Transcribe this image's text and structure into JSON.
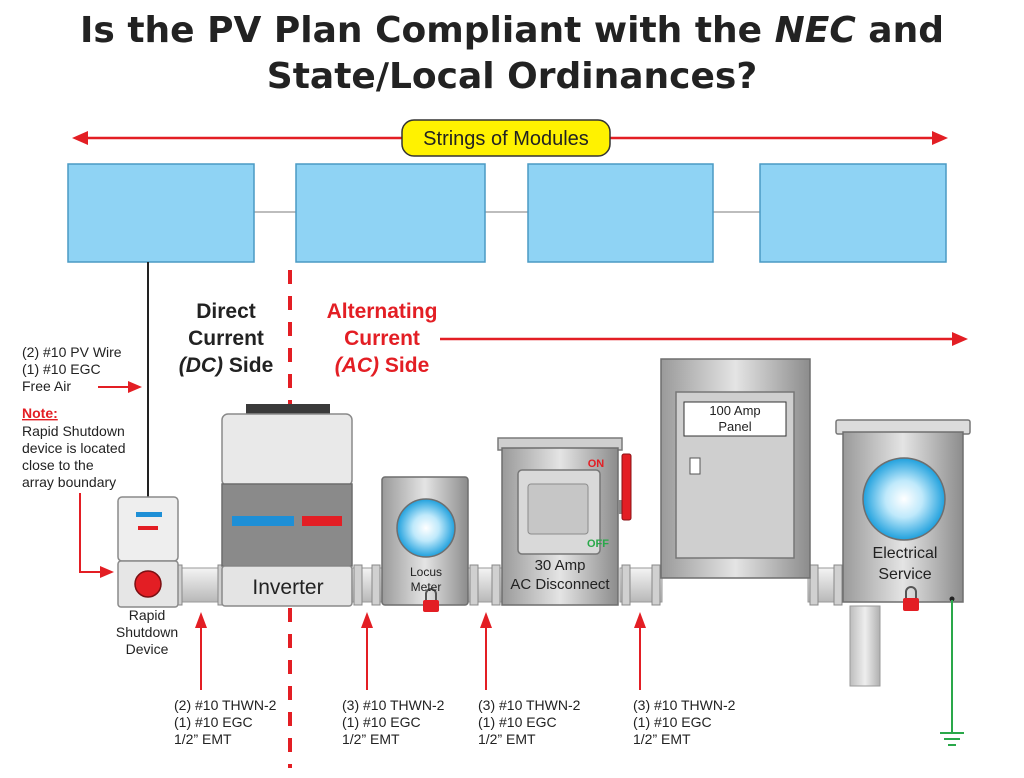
{
  "title": {
    "line1_a": "Is the PV Plan Compliant with the ",
    "line1_em": "NEC",
    "line1_b": " and",
    "line2": "State/Local Ordinances?"
  },
  "strings_label": "Strings of Modules",
  "dc_side": {
    "line1": "Direct",
    "line2": "Current",
    "line3_em": "(DC)",
    "line3_b": " Side"
  },
  "ac_side": {
    "line1": "Alternating",
    "line2": "Current",
    "line3_em": "(AC)",
    "line3_b": " Side"
  },
  "pv_wire": {
    "line1": "(2) #10 PV Wire",
    "line2": "(1) #10 EGC",
    "line3": "Free Air"
  },
  "note": {
    "heading": "Note:",
    "line1": "Rapid Shutdown",
    "line2": "device is located",
    "line3": "close to the",
    "line4": "array boundary"
  },
  "devices": {
    "rapid_shutdown": {
      "line1": "Rapid",
      "line2": "Shutdown",
      "line3": "Device"
    },
    "inverter": "Inverter",
    "meter": {
      "line1": "Locus",
      "line2": "Meter"
    },
    "disconnect": {
      "line1": "30 Amp",
      "line2": "AC Disconnect",
      "on": "ON",
      "off": "OFF"
    },
    "panel": {
      "line1": "100 Amp",
      "line2": "Panel"
    },
    "service": {
      "line1": "Electrical",
      "line2": "Service"
    }
  },
  "conductors": [
    {
      "line1": "(2) #10 THWN-2",
      "line2": "(1) #10 EGC",
      "line3": "1/2” EMT"
    },
    {
      "line1": "(3) #10 THWN-2",
      "line2": "(1) #10 EGC",
      "line3": "1/2” EMT"
    },
    {
      "line1": "(3) #10 THWN-2",
      "line2": "(1) #10 EGC",
      "line3": "1/2” EMT"
    },
    {
      "line1": "(3) #10 THWN-2",
      "line2": "(1) #10 EGC",
      "line3": "1/2” EMT"
    }
  ],
  "colors": {
    "module_fill": "#8fd3f4",
    "module_stroke": "#4a9ac4",
    "accent_red": "#e31e24",
    "label_yellow": "#fff200",
    "ground_green": "#2aa84a",
    "conduit": "#e6e6e6",
    "box_gray": "#c8c8c8"
  }
}
